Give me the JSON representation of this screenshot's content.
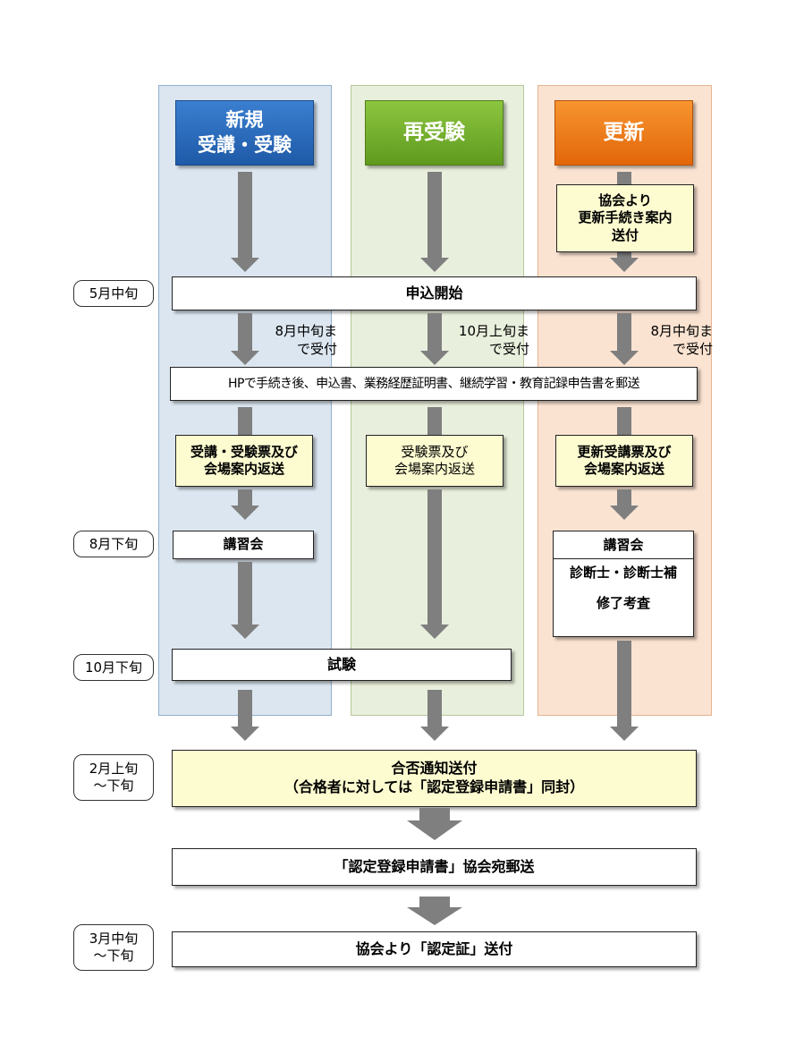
{
  "lanes": {
    "new": {
      "label_line1": "新規",
      "label_line2": "受講・受験",
      "color": "#1e5aa8"
    },
    "retake": {
      "label": "再受験",
      "color": "#5f9a1f"
    },
    "renewal": {
      "label": "更新",
      "color": "#e2660a"
    }
  },
  "timeline": {
    "mid_may": "5月中旬",
    "late_aug": "8月下旬",
    "late_oct": "10月下旬",
    "feb_line1": "2月上旬",
    "feb_line2": "～下旬",
    "mar_line1": "3月中旬",
    "mar_line2": "～下旬"
  },
  "steps": {
    "renewal_notice_line1": "協会より",
    "renewal_notice_line2": "更新手続き案内",
    "renewal_notice_line3": "送付",
    "application_start": "申込開始",
    "deadline_new_line1": "8月中旬ま",
    "deadline_new_line2": "で受付",
    "deadline_retake_line1": "10月上旬ま",
    "deadline_retake_line2": "で受付",
    "deadline_renewal_line1": "8月中旬ま",
    "deadline_renewal_line2": "で受付",
    "mail_documents": "HPで手続き後、申込書、業務経歴証明書、継続学習・教育記録申告書を郵送",
    "return_new_line1": "受講・受験票及び",
    "return_new_line2": "会場案内返送",
    "return_retake_line1": "受験票及び",
    "return_retake_line2": "会場案内返送",
    "return_renewal_line1": "更新受講票及び",
    "return_renewal_line2": "会場案内返送",
    "lecture_new": "講習会",
    "lecture_renewal": "講習会",
    "renewal_targets": "診断士・診断士補",
    "completion_exam": "修了考査",
    "exam": "試験",
    "result_line1": "合否通知送付",
    "result_line2": "（合格者に対しては「認定登録申請書」同封）",
    "send_application": "「認定登録申請書」協会宛郵送",
    "send_certificate": "協会より「認定証」送付"
  }
}
